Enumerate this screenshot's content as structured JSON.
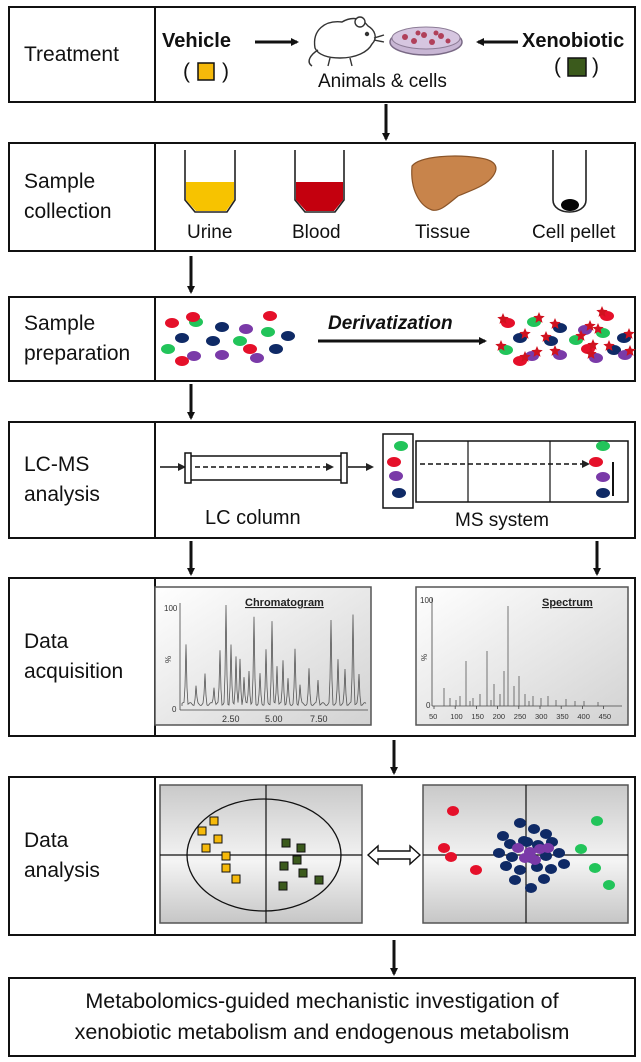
{
  "steps": {
    "treatment": {
      "label": "Treatment",
      "vehicle": "Vehicle",
      "xenobiotic": "Xenobiotic",
      "paren_open": "(",
      "paren_close": ")",
      "animals_cells": "Animals & cells"
    },
    "sample_collection": {
      "label_line1": "Sample",
      "label_line2": "collection",
      "urine": "Urine",
      "blood": "Blood",
      "tissue": "Tissue",
      "cell_pellet": "Cell pellet"
    },
    "sample_preparation": {
      "label_line1": "Sample",
      "label_line2": "preparation",
      "derivatization": "Derivatization"
    },
    "lcms": {
      "label_line1": "LC-MS",
      "label_line2": "analysis",
      "lc_column": "LC column",
      "ms_system": "MS system"
    },
    "data_acquisition": {
      "label_line1": "Data",
      "label_line2": "acquisition",
      "chromatogram_title": "Chromatogram",
      "chromatogram_y_ticks": [
        "100",
        "%",
        "0"
      ],
      "chromatogram_x_ticks": [
        "2.50",
        "5.00",
        "7.50"
      ],
      "spectrum_title": "Spectrum",
      "spectrum_y_ticks": [
        "100",
        "%",
        "0"
      ],
      "spectrum_x_ticks": [
        "50",
        "100",
        "150",
        "200",
        "250",
        "300",
        "350",
        "400",
        "450"
      ]
    },
    "data_analysis": {
      "label_line1": "Data",
      "label_line2": "analysis"
    }
  },
  "conclusion": {
    "line1": "Metabolomics-guided mechanistic investigation of",
    "line2": "xenobiotic metabolism and endogenous metabolism"
  },
  "colors": {
    "vehicle": "#f5b90a",
    "xenobiotic": "#3b5a1c",
    "urine": "#f7c300",
    "blood": "#c4000e",
    "tissue": "#c8844b",
    "red": "#e5102a",
    "green": "#22c45a",
    "blue": "#0f2a66",
    "purple": "#7a3aa8"
  }
}
